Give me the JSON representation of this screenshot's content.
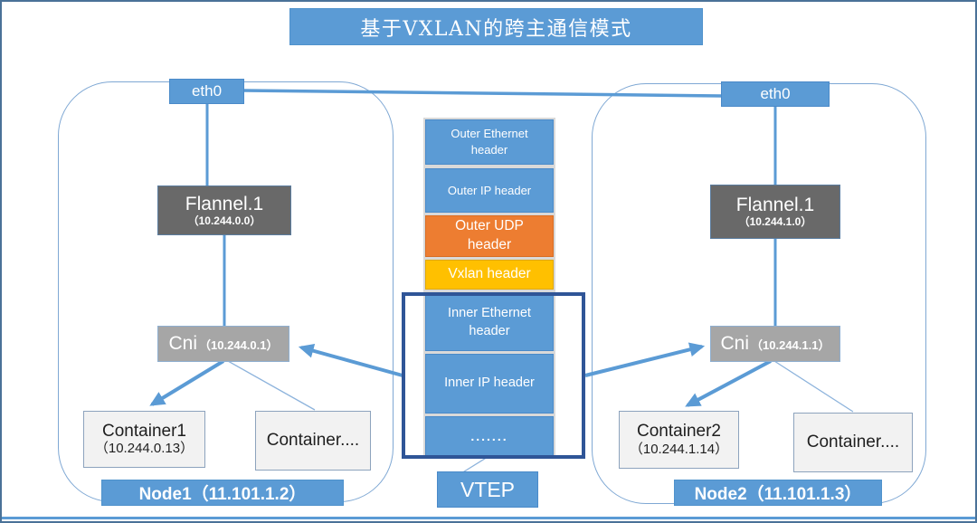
{
  "title": "基于VXLAN的跨主通信模式",
  "nodes": [
    {
      "eth": "eth0",
      "flannel_name": "Flannel.1",
      "flannel_ip": "（10.244.0.0）",
      "cni_name": "Cni",
      "cni_ip": "（10.244.0.1）",
      "container1_name": "Container1",
      "container1_ip": "（10.244.0.13）",
      "container_more": "Container....",
      "label": "Node1（11.101.1.2）"
    },
    {
      "eth": "eth0",
      "flannel_name": "Flannel.1",
      "flannel_ip": "（10.244.1.0）",
      "cni_name": "Cni",
      "cni_ip": "（10.244.1.1）",
      "container1_name": "Container2",
      "container1_ip": "（10.244.1.14）",
      "container_more": "Container....",
      "label": "Node2（11.101.1.3）"
    }
  ],
  "packet": {
    "outer_ethernet": "Outer Ethernet\nheader",
    "outer_ip": "Outer IP header",
    "outer_udp": "Outer UDP\nheader",
    "vxlan": "Vxlan header",
    "inner_ethernet": "Inner  Ethernet\nheader",
    "inner_ip": "Inner  IP header",
    "dots": ".......",
    "vtep": "VTEP"
  },
  "colors": {
    "blue": "#5b9bd5",
    "orange": "#ed7d31",
    "yellow": "#ffc000",
    "dark_gray": "#696969",
    "mid_gray": "#a6a6a6",
    "container_bg": "#f2f2f2",
    "inner_border": "#2f5597",
    "line_blue": "#5b9bd5"
  }
}
